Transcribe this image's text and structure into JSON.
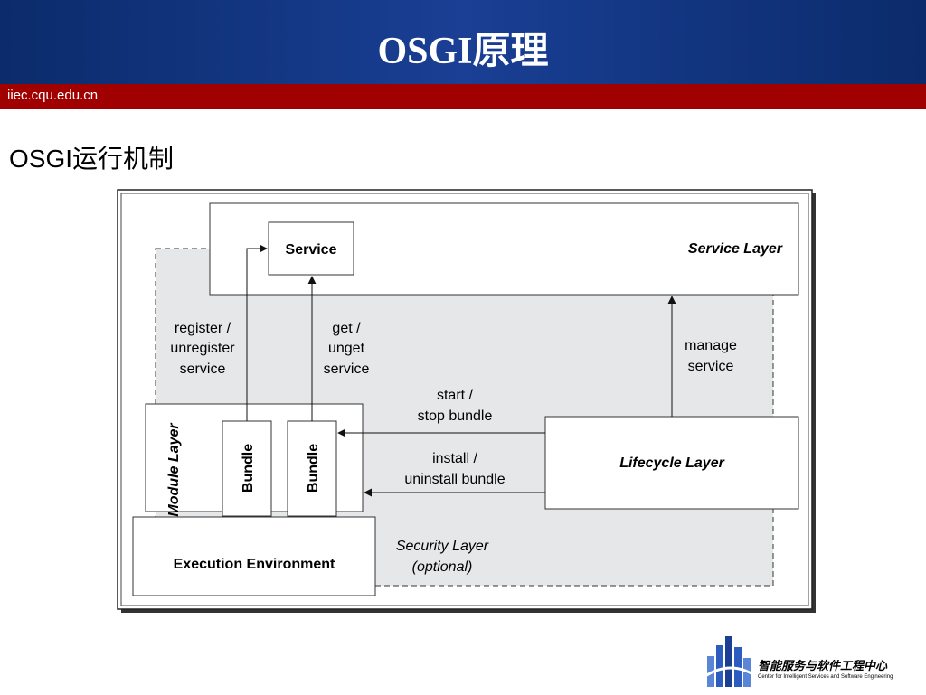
{
  "slide": {
    "title": "OSGI原理",
    "url": "iiec.cqu.edu.cn",
    "subtitle": "OSGI运行机制"
  },
  "diagram": {
    "service": "Service",
    "service_layer": "Service Layer",
    "register": [
      "register /",
      "unregister",
      "service"
    ],
    "get": [
      "get /",
      "unget",
      "service"
    ],
    "manage": [
      "manage",
      "service"
    ],
    "start_stop": [
      "start /",
      "stop bundle"
    ],
    "install": [
      "install /",
      "uninstall bundle"
    ],
    "module_layer": "Module Layer",
    "bundle": "Bundle",
    "lifecycle_layer": "Lifecycle Layer",
    "execution_environment": "Execution Environment",
    "security_layer": [
      "Security Layer",
      "(optional)"
    ]
  },
  "logo": {
    "cn": "智能服务与软件工程中心",
    "en": "Center for Intelligent Services and Software Engineering"
  },
  "colors": {
    "header_blue": "#1a3f94",
    "red_bar": "#a00000",
    "panel_gray": "#e6e7e8"
  }
}
